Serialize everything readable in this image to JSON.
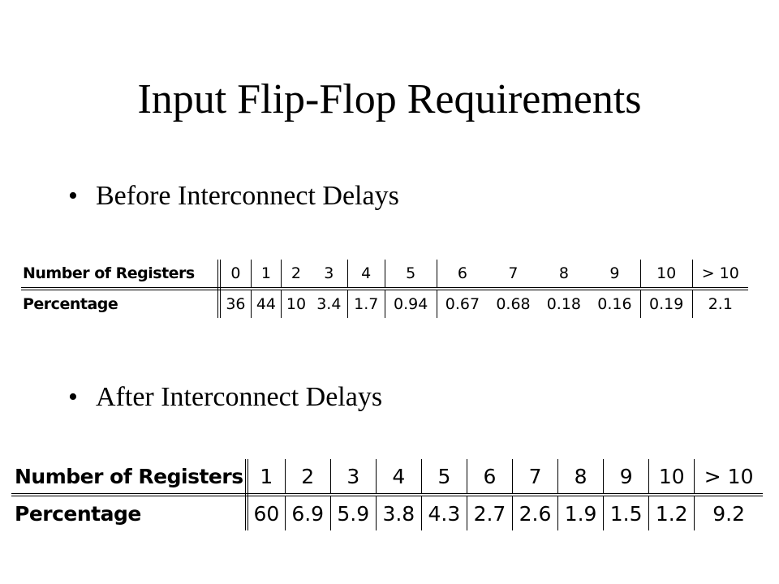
{
  "slide": {
    "title": "Input Flip-Flop Requirements",
    "bullet_glyph": "•"
  },
  "before": {
    "bullet": "Before Interconnect Delays",
    "row_label_1": "Number of Registers",
    "row_label_2": "Percentage",
    "registers": [
      "0",
      "1",
      "2",
      "3",
      "4",
      "5",
      "6",
      "7",
      "8",
      "9",
      "10",
      "> 10"
    ],
    "percentages": [
      "36",
      "44",
      "10",
      "3.4",
      "1.7",
      "0.94",
      "0.67",
      "0.68",
      "0.18",
      "0.16",
      "0.19",
      "2.1"
    ]
  },
  "after": {
    "bullet": "After Interconnect Delays",
    "row_label_1": "Number of Registers",
    "row_label_2": "Percentage",
    "registers": [
      "1",
      "2",
      "3",
      "4",
      "5",
      "6",
      "7",
      "8",
      "9",
      "10",
      "> 10"
    ],
    "percentages": [
      "60",
      "6.9",
      "5.9",
      "3.8",
      "4.3",
      "2.7",
      "2.6",
      "1.9",
      "1.5",
      "1.2",
      "9.2"
    ]
  }
}
